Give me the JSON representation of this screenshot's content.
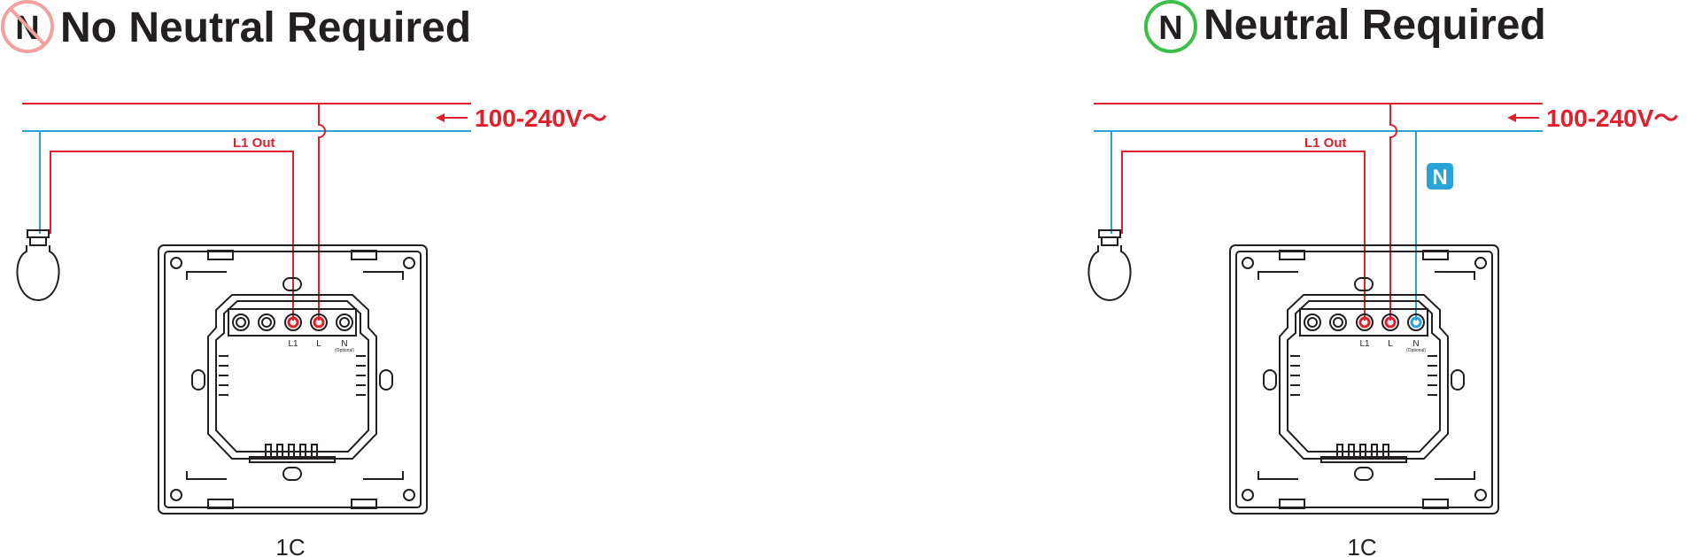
{
  "colors": {
    "live": "#e0202c",
    "neutral": "#2aa3d9",
    "outline": "#231f20",
    "no_neutral_badge": "#f2a0a0",
    "neutral_badge": "#3bbf4a"
  },
  "diagrams": [
    {
      "title": "No Neutral Required",
      "badge_letter": "N",
      "badge_type": "crossed",
      "voltage": "100-240V～",
      "out_label": "L1 Out",
      "terminal_labels": [
        "L1",
        "L",
        "N",
        "(Optional)"
      ],
      "model": "1C"
    },
    {
      "title": "Neutral Required",
      "badge_letter": "N",
      "badge_type": "required",
      "voltage": "100-240V～",
      "out_label": "L1 Out",
      "neutral_tag": "N",
      "terminal_labels": [
        "L1",
        "L",
        "N",
        "(Optional)"
      ],
      "model": "1C"
    }
  ]
}
